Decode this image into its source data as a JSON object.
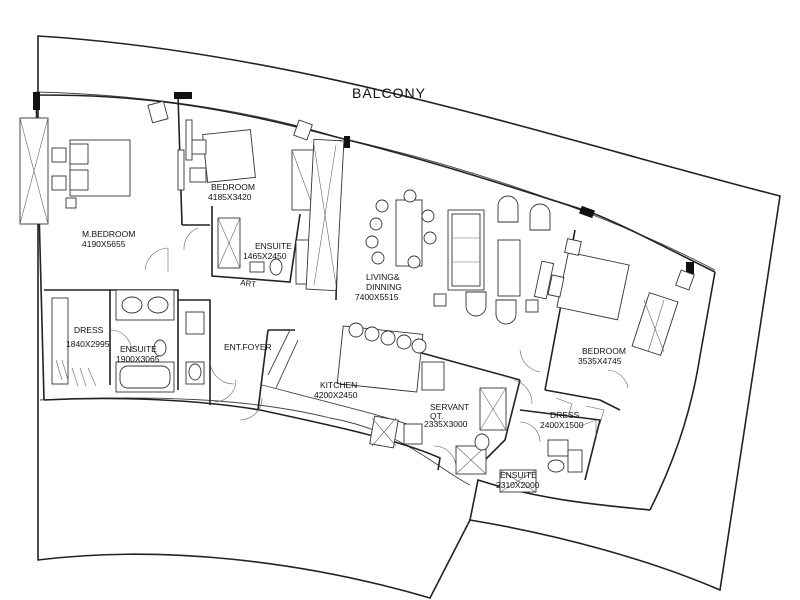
{
  "plan": {
    "balcony": "BALCONY",
    "rooms": {
      "master_bedroom": {
        "name": "M.BEDROOM",
        "size": "4190X5655"
      },
      "bedroom_2": {
        "name": "BEDROOM",
        "size": "4185X3420"
      },
      "ensuite_2": {
        "name": "ENSUITE",
        "size": "1465X2450"
      },
      "art": {
        "name": "ART"
      },
      "living": {
        "name": "LIVING&",
        "name2": "DINNING",
        "size": "7400X5515"
      },
      "dress_1": {
        "name": "DRESS",
        "size": "1840X2995"
      },
      "ensuite_1": {
        "name": "ENSUITE",
        "size": "1900X3065"
      },
      "foyer": {
        "name": "ENT.FOYER"
      },
      "kitchen": {
        "name": "KITCHEN",
        "size": "4200X2450"
      },
      "servant": {
        "name": "SERVANT",
        "name2": "QT.",
        "size": "2335X3000"
      },
      "bedroom_3": {
        "name": "BEDROOM",
        "size": "3535X4745"
      },
      "dress_3": {
        "name": "DRESS",
        "size": "2400X1500"
      },
      "ensuite_3": {
        "name": "ENSUITE",
        "size": "2310X2000"
      }
    }
  }
}
